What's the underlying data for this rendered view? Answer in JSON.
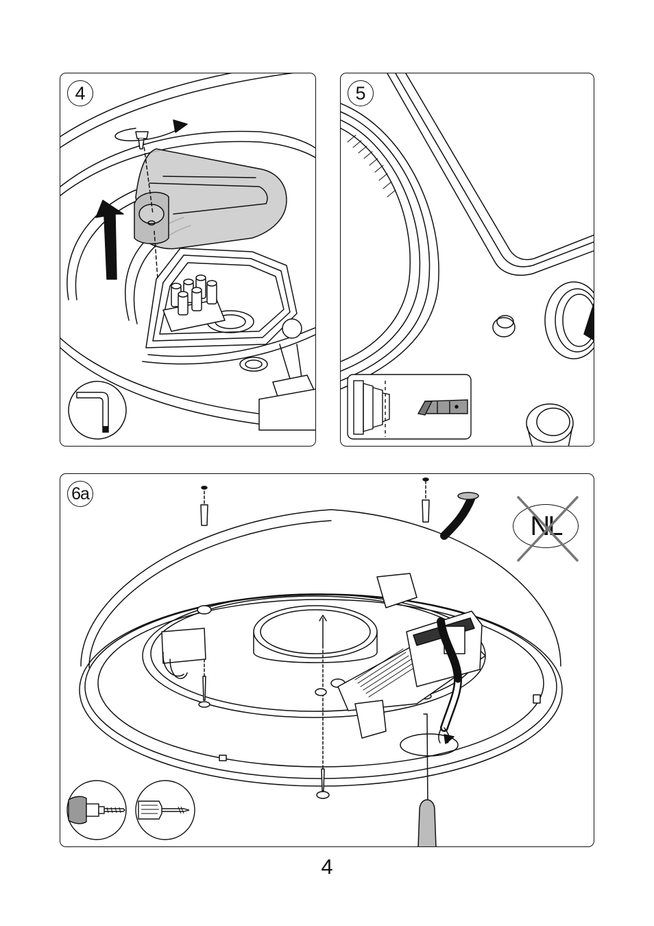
{
  "panels": [
    {
      "step_label": "4",
      "tool_icon": "allen-key-icon"
    },
    {
      "step_label": "5",
      "tool_icon": "cutter-knife-icon"
    },
    {
      "step_label": "6a",
      "tool_icons": [
        "drill-icon",
        "screwdriver-icon"
      ],
      "badge_text": "NL",
      "badge_state": "crossed-out"
    }
  ],
  "footer": {
    "page_number": "4"
  }
}
